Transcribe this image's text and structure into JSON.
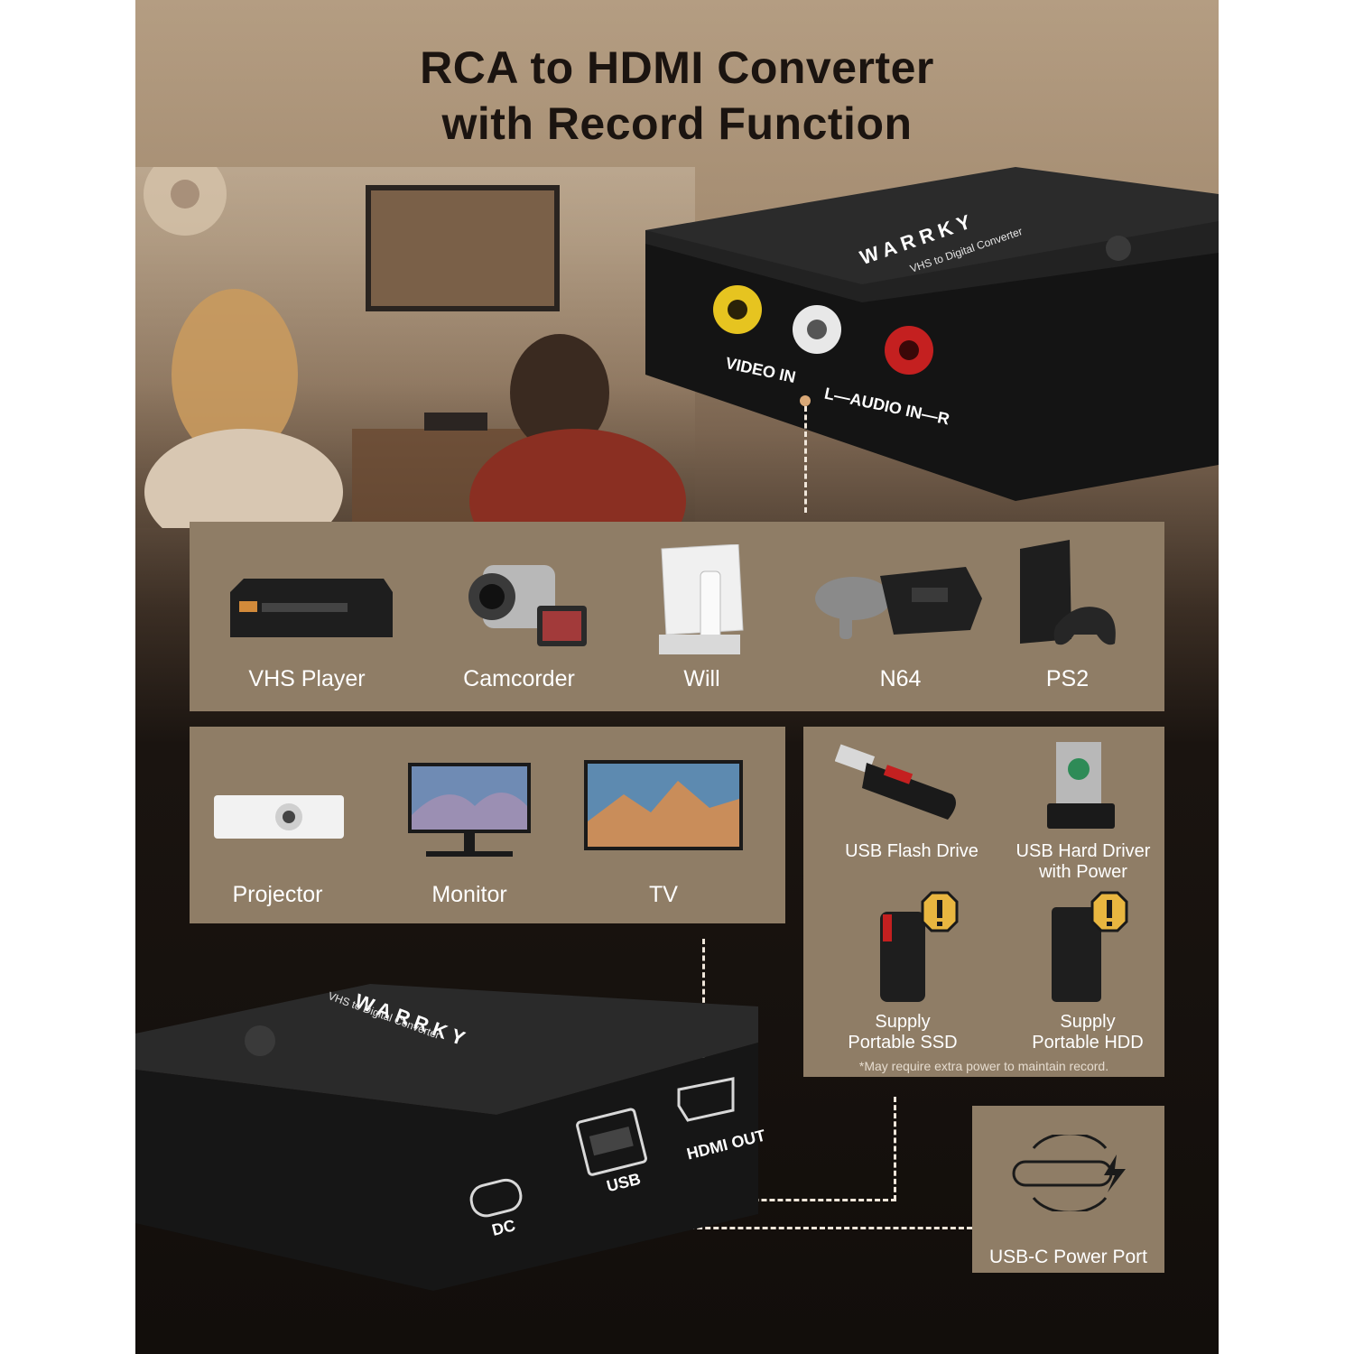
{
  "title_line1": "RCA to HDMI Converter",
  "title_line2": "with Record Function",
  "top_device": {
    "brand": "WARRKY",
    "model": "VHS to Digital Converter",
    "ports": {
      "video_in": "VIDEO IN",
      "audio_in": "L—AUDIO IN—R"
    }
  },
  "sources": [
    {
      "label": "VHS Player",
      "icon": "vhs-player-icon"
    },
    {
      "label": "Camcorder",
      "icon": "camcorder-icon"
    },
    {
      "label": "Will",
      "icon": "wii-console-icon"
    },
    {
      "label": "N64",
      "icon": "n64-console-icon"
    },
    {
      "label": "PS2",
      "icon": "ps2-console-icon"
    }
  ],
  "displays": [
    {
      "label": "Projector",
      "icon": "projector-icon"
    },
    {
      "label": "Monitor",
      "icon": "monitor-icon"
    },
    {
      "label": "TV",
      "icon": "tv-icon"
    }
  ],
  "storage": {
    "items": [
      {
        "label": "USB Flash Drive",
        "icon": "usb-flash-drive-icon"
      },
      {
        "label_line1": "USB Hard Driver",
        "label_line2": "with Power",
        "icon": "hdd-dock-icon"
      },
      {
        "label_line1": "Supply",
        "label_line2": "Portable SSD",
        "icon": "portable-ssd-icon",
        "warning": true
      },
      {
        "label_line1": "Supply",
        "label_line2": "Portable HDD",
        "icon": "portable-hdd-icon",
        "warning": true
      }
    ],
    "note": "*May require extra power to maintain record."
  },
  "power": {
    "label": "USB-C Power Port",
    "icon": "usb-c-charging-icon"
  },
  "bottom_device": {
    "brand": "WARRKY",
    "model": "VHS to Digital Converter",
    "ports": {
      "dc": "DC",
      "usb": "USB",
      "hdmi": "HDMI OUT"
    }
  },
  "colors": {
    "panel": "#8f7d66",
    "dashed_line": "#f0e6da",
    "dot": "#d9a877",
    "title": "#1b1410"
  }
}
